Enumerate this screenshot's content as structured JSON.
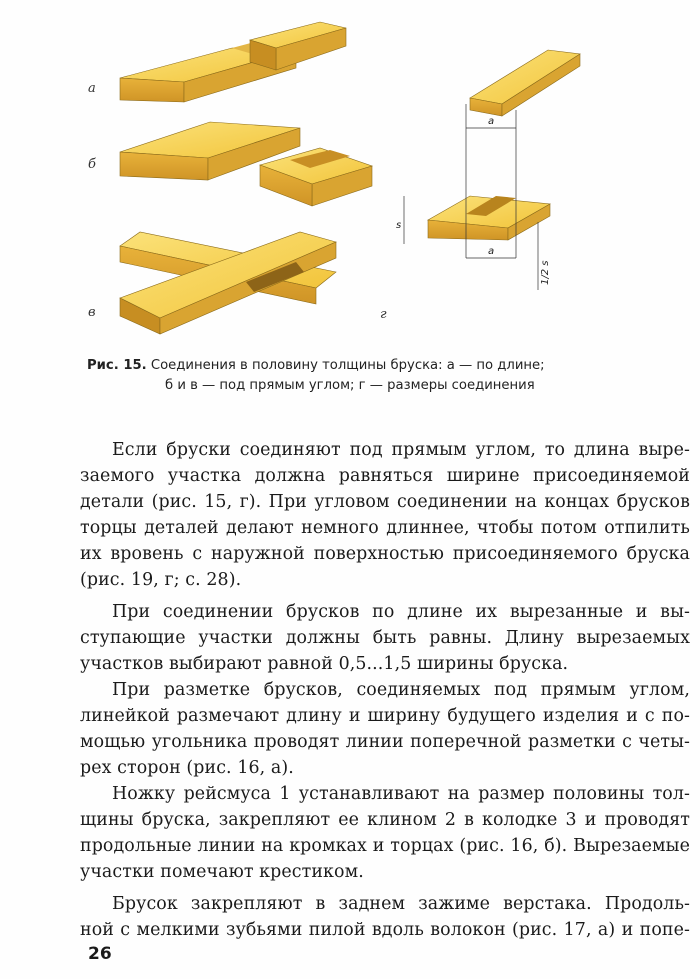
{
  "figure": {
    "labels": {
      "a": "а",
      "b": "б",
      "v": "в",
      "g": "г"
    },
    "dims": {
      "a_top": "a",
      "a_bottom": "a",
      "s": "s",
      "half_s": "1/2 s"
    },
    "wood_color": "#f2c43a"
  },
  "caption": {
    "fig_ref": "Рис. 15.",
    "line1_rest": " Соединения в половину толщины бруска: а — по длине;",
    "line2": "б и в — под прямым углом; г — размеры соединения"
  },
  "paragraphs": {
    "p1": [
      "Если бруски соединяют под прямым углом, то длина выре-",
      "заемого участка должна равняться ширине присоединяемой",
      "детали (рис. 15, г). При угловом соединении на концах брусков",
      "торцы деталей делают немного длиннее, чтобы потом отпилить",
      "их вровень с наружной поверхностью присоединяемого бруска",
      "(рис. 19, г; с. 28)."
    ],
    "p2": [
      "При соединении брусков по длине их вырезанные и вы-",
      "ступающие участки должны быть равны. Длину вырезаемых",
      "участков выбирают равной 0,5...1,5 ширины бруска."
    ],
    "p3": [
      "При разметке брусков, соединяемых под прямым углом,",
      "линейкой размечают длину и ширину будущего изделия и с по-",
      "мощью угольника проводят линии поперечной разметки с четы-",
      "рех сторон (рис. 16, а)."
    ],
    "p4": [
      "Ножку рейсмуса 1 устанавливают на размер половины тол-",
      "щины бруска, закрепляют ее клином 2 в колодке 3 и проводят",
      "продольные линии на кромках и торцах (рис. 16, б). Вырезаемые",
      "участки помечают крестиком."
    ],
    "p5": [
      "Брусок закрепляют в заднем зажиме верстака. Продоль-",
      "ной с мелкими зубьями пилой вдоль волокон (рис. 17, а) и попе-"
    ]
  },
  "page_number": "26"
}
